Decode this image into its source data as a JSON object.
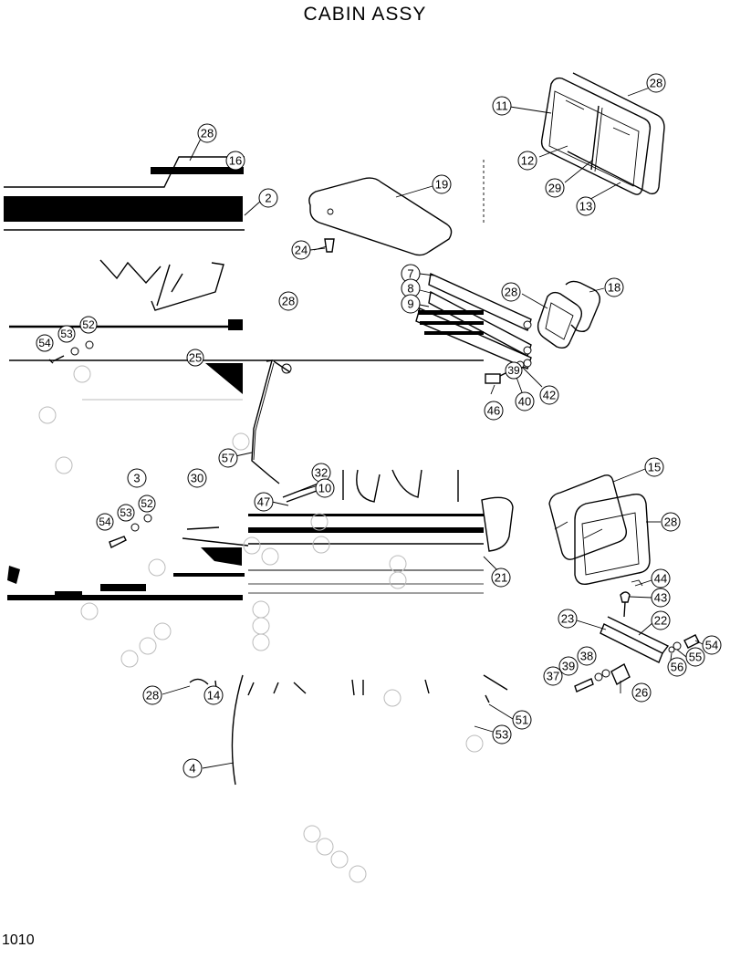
{
  "title": "CABIN  ASSY",
  "page_number": "1010",
  "callouts": [
    {
      "id": "28a",
      "label": "28"
    },
    {
      "id": "11",
      "label": "11"
    },
    {
      "id": "12",
      "label": "12"
    },
    {
      "id": "29",
      "label": "29"
    },
    {
      "id": "13",
      "label": "13"
    },
    {
      "id": "28b",
      "label": "28"
    },
    {
      "id": "16",
      "label": "16"
    },
    {
      "id": "2",
      "label": "2"
    },
    {
      "id": "19",
      "label": "19"
    },
    {
      "id": "24",
      "label": "24"
    },
    {
      "id": "7",
      "label": "7"
    },
    {
      "id": "8",
      "label": "8"
    },
    {
      "id": "9",
      "label": "9"
    },
    {
      "id": "28c",
      "label": "28"
    },
    {
      "id": "18",
      "label": "18"
    },
    {
      "id": "28d",
      "label": "28"
    },
    {
      "id": "52a",
      "label": "52"
    },
    {
      "id": "53a",
      "label": "53"
    },
    {
      "id": "54a",
      "label": "54"
    },
    {
      "id": "25",
      "label": "25"
    },
    {
      "id": "39a",
      "label": "39"
    },
    {
      "id": "42",
      "label": "42"
    },
    {
      "id": "40",
      "label": "40"
    },
    {
      "id": "46",
      "label": "46"
    },
    {
      "id": "57",
      "label": "57"
    },
    {
      "id": "3",
      "label": "3"
    },
    {
      "id": "30",
      "label": "30"
    },
    {
      "id": "32",
      "label": "32"
    },
    {
      "id": "10",
      "label": "10"
    },
    {
      "id": "47",
      "label": "47"
    },
    {
      "id": "52b",
      "label": "52"
    },
    {
      "id": "53b",
      "label": "53"
    },
    {
      "id": "54b",
      "label": "54"
    },
    {
      "id": "15",
      "label": "15"
    },
    {
      "id": "28e",
      "label": "28"
    },
    {
      "id": "21",
      "label": "21"
    },
    {
      "id": "44",
      "label": "44"
    },
    {
      "id": "43",
      "label": "43"
    },
    {
      "id": "23",
      "label": "23"
    },
    {
      "id": "22",
      "label": "22"
    },
    {
      "id": "54c",
      "label": "54"
    },
    {
      "id": "55",
      "label": "55"
    },
    {
      "id": "56",
      "label": "56"
    },
    {
      "id": "38",
      "label": "38"
    },
    {
      "id": "39b",
      "label": "39"
    },
    {
      "id": "37",
      "label": "37"
    },
    {
      "id": "26",
      "label": "26"
    },
    {
      "id": "28f",
      "label": "28"
    },
    {
      "id": "14",
      "label": "14"
    },
    {
      "id": "51",
      "label": "51"
    },
    {
      "id": "53c",
      "label": "53"
    },
    {
      "id": "4",
      "label": "4"
    }
  ]
}
